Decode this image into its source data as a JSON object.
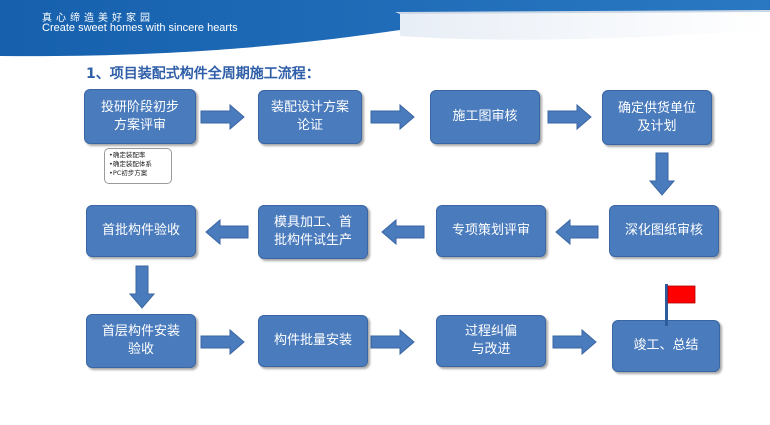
{
  "header": {
    "slogan_cn": "真心缔造美好家园",
    "slogan_en": "Create sweet homes with sincere hearts"
  },
  "title": "1、项目装配式构件全周期施工流程：",
  "steps": [
    {
      "line1": "投研阶段初步",
      "line2": "方案评审"
    },
    {
      "line1": "装配设计方案",
      "line2": "论证"
    },
    {
      "line1": "施工图审核",
      "line2": ""
    },
    {
      "line1": "确定供货单位",
      "line2": "及计划"
    },
    {
      "line1": "深化图纸审核",
      "line2": ""
    },
    {
      "line1": "专项策划评审",
      "line2": ""
    },
    {
      "line1": "模具加工、首",
      "line2": "批构件试生产"
    },
    {
      "line1": "首批构件验收",
      "line2": ""
    },
    {
      "line1": "首层构件安装",
      "line2": "验收"
    },
    {
      "line1": "构件批量安装",
      "line2": ""
    },
    {
      "line1": "过程纠偏",
      "line2": "与改进"
    },
    {
      "line1": "竣工、总结",
      "line2": ""
    }
  ],
  "note": {
    "items": [
      "•确定装配率",
      "•确定装配体系",
      "•PC初步方案"
    ]
  },
  "colors": {
    "box_fill": "#4a7bbd",
    "header_blue": "#1d5fa8",
    "flag_red": "#ff0000"
  }
}
